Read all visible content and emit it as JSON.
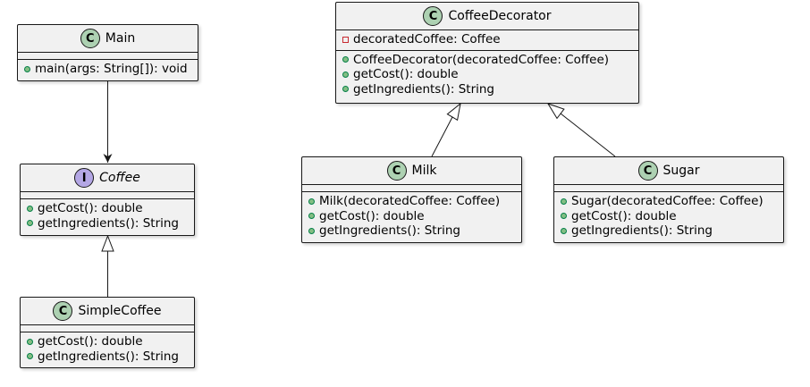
{
  "diagram": {
    "classes": {
      "main": {
        "stereotype": "C",
        "name": "Main",
        "fields": [],
        "methods": [
          {
            "visibility": "public",
            "text": "main(args: String[]): void"
          }
        ]
      },
      "coffee": {
        "stereotype": "I",
        "name": "Coffee",
        "fields": [],
        "methods": [
          {
            "visibility": "public",
            "text": "getCost(): double"
          },
          {
            "visibility": "public",
            "text": "getIngredients(): String"
          }
        ]
      },
      "simple_coffee": {
        "stereotype": "C",
        "name": "SimpleCoffee",
        "fields": [],
        "methods": [
          {
            "visibility": "public",
            "text": "getCost(): double"
          },
          {
            "visibility": "public",
            "text": "getIngredients(): String"
          }
        ]
      },
      "coffee_decorator": {
        "stereotype": "C",
        "name": "CoffeeDecorator",
        "fields": [
          {
            "visibility": "private",
            "text": "decoratedCoffee: Coffee"
          }
        ],
        "methods": [
          {
            "visibility": "public",
            "text": "CoffeeDecorator(decoratedCoffee: Coffee)"
          },
          {
            "visibility": "public",
            "text": "getCost(): double"
          },
          {
            "visibility": "public",
            "text": "getIngredients(): String"
          }
        ]
      },
      "milk": {
        "stereotype": "C",
        "name": "Milk",
        "fields": [],
        "methods": [
          {
            "visibility": "public",
            "text": "Milk(decoratedCoffee: Coffee)"
          },
          {
            "visibility": "public",
            "text": "getCost(): double"
          },
          {
            "visibility": "public",
            "text": "getIngredients(): String"
          }
        ]
      },
      "sugar": {
        "stereotype": "C",
        "name": "Sugar",
        "fields": [],
        "methods": [
          {
            "visibility": "public",
            "text": "Sugar(decoratedCoffee: Coffee)"
          },
          {
            "visibility": "public",
            "text": "getCost(): double"
          },
          {
            "visibility": "public",
            "text": "getIngredients(): String"
          }
        ]
      }
    },
    "relations": [
      {
        "from": "main",
        "to": "coffee",
        "type": "dependency"
      },
      {
        "from": "simple_coffee",
        "to": "coffee",
        "type": "inheritance"
      },
      {
        "from": "milk",
        "to": "coffee_decorator",
        "type": "inheritance"
      },
      {
        "from": "sugar",
        "to": "coffee_decorator",
        "type": "inheritance"
      }
    ]
  }
}
